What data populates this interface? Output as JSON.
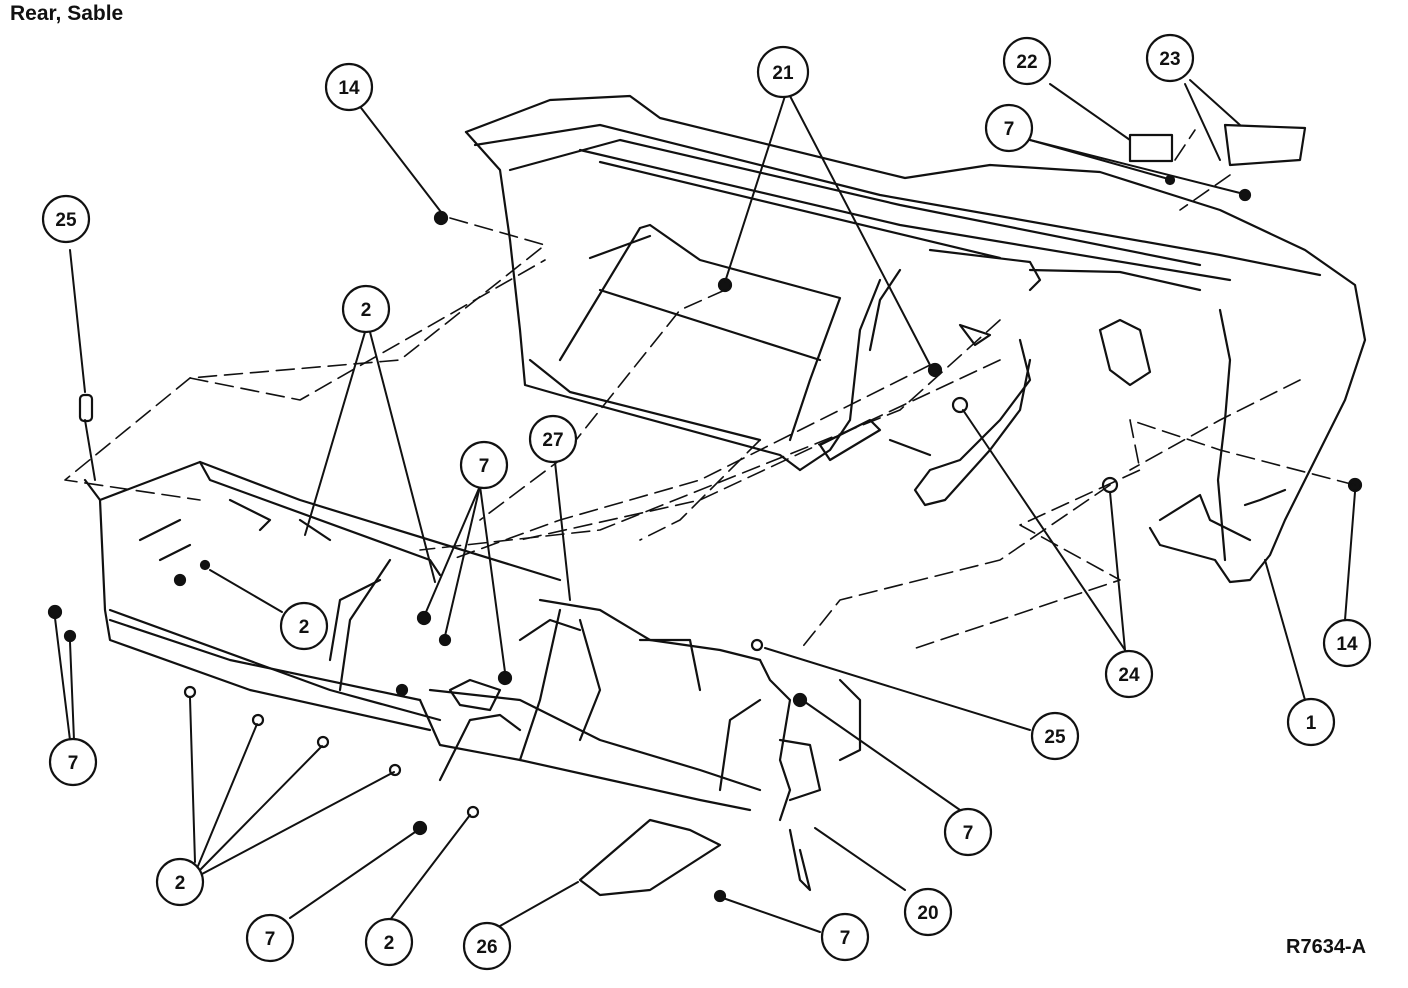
{
  "diagram": {
    "title": "Rear, Sable",
    "reference_code": "R7634-A",
    "callouts": [
      {
        "label": "14"
      },
      {
        "label": "25"
      },
      {
        "label": "2"
      },
      {
        "label": "21"
      },
      {
        "label": "22"
      },
      {
        "label": "23"
      },
      {
        "label": "7"
      },
      {
        "label": "7"
      },
      {
        "label": "27"
      },
      {
        "label": "2"
      },
      {
        "label": "7"
      },
      {
        "label": "24"
      },
      {
        "label": "14"
      },
      {
        "label": "1"
      },
      {
        "label": "25"
      },
      {
        "label": "7"
      },
      {
        "label": "20"
      },
      {
        "label": "7"
      },
      {
        "label": "26"
      },
      {
        "label": "2"
      },
      {
        "label": "7"
      },
      {
        "label": "2"
      }
    ]
  },
  "colors": {
    "line": "#111111",
    "background": "#ffffff"
  }
}
